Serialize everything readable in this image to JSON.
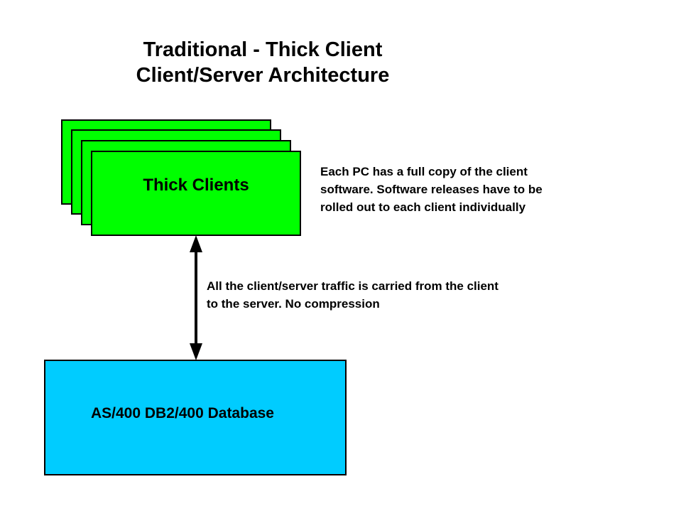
{
  "diagram": {
    "title": {
      "line1": "Traditional - Thick Client",
      "line2": "Client/Server Architecture"
    },
    "clients": {
      "label": "Thick Clients",
      "box_count": 4,
      "fill_color": "#00FF00",
      "border_color": "#000000"
    },
    "annotations": {
      "clients_note": {
        "line1": "Each PC has a full copy of the client",
        "line2": "software. Software releases have to be",
        "line3": "rolled out to each client individually"
      },
      "traffic_note": {
        "line1": "All the client/server traffic is carried from the client",
        "line2": "to the server. No compression"
      }
    },
    "connector": {
      "name": "double-headed-vertical-arrow",
      "color": "#000000",
      "direction": "bidirectional"
    },
    "database": {
      "label": "AS/400 DB2/400 Database",
      "fill_color": "#00CCFF",
      "border_color": "#000000"
    }
  }
}
